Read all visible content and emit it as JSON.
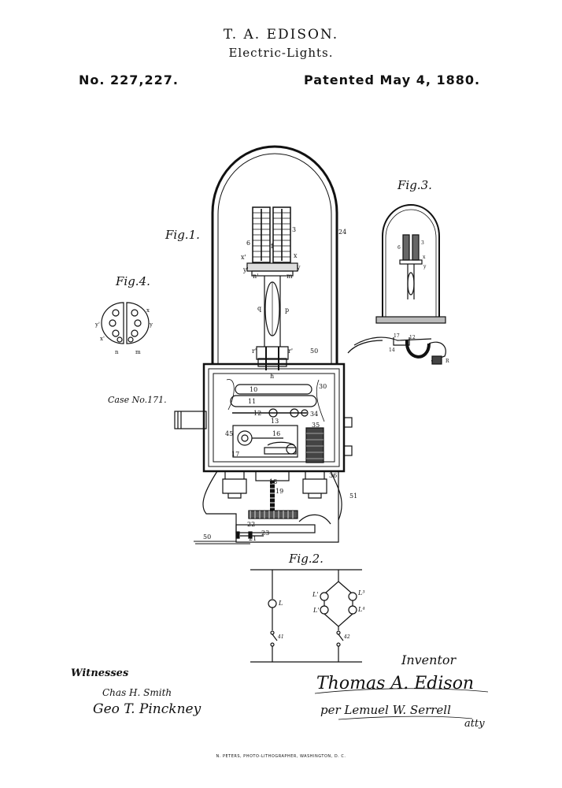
{
  "header": {
    "title": "T. A. EDISON.",
    "subtitle": "Electric-Lights.",
    "patent_number": "No. 227,227.",
    "patent_date": "Patented May 4, 1880."
  },
  "figures": {
    "fig1": "Fig.1.",
    "fig2": "Fig.2.",
    "fig3": "Fig.3.",
    "fig4": "Fig.4."
  },
  "case_label": "Case No.171.",
  "fig1_labels": {
    "n24": "24",
    "n6": "6",
    "n3": "3",
    "x1": "x'",
    "x": "x",
    "y1": "y'",
    "y": "y",
    "n1": "n'",
    "m": "m",
    "q": "q",
    "p": "p",
    "r1": "r'",
    "r2": "r'",
    "n50": "50",
    "n10": "10",
    "n11": "11",
    "n30": "30",
    "n12": "12",
    "n13": "13",
    "n34": "34",
    "n35": "35",
    "n45": "45",
    "n16": "16",
    "n17": "17",
    "n18": "18",
    "n19": "19",
    "n36": "36",
    "n51": "51",
    "n21": "21",
    "n22": "22",
    "n23": "23",
    "n50b": "50",
    "h": "h",
    "f": "f"
  },
  "fig4_labels": {
    "x": "x",
    "y1": "y'",
    "y": "y",
    "x1": "x'",
    "n": "n",
    "m": "m"
  },
  "fig3_labels": {
    "n6": "6",
    "n3": "3",
    "x": "x",
    "y": "y",
    "n17": "17",
    "n12": "12",
    "n14": "14",
    "r": "R"
  },
  "fig2_labels": {
    "L": "L",
    "L1": "L'",
    "L3": "L³",
    "L2": "L'",
    "L4": "L⁴",
    "s41": "41",
    "s42": "42"
  },
  "signatures": {
    "witnesses_label": "Witnesses",
    "witness1": "Chas H. Smith",
    "witness2": "Geo T. Pinckney",
    "inventor_label": "Inventor",
    "inventor_name": "Thomas A. Edison",
    "attorney": "per Lemuel W. Serrell",
    "attorney_suffix": "atty"
  },
  "footer": "N. PETERS, PHOTO-LITHOGRAPHER, WASHINGTON, D. C."
}
